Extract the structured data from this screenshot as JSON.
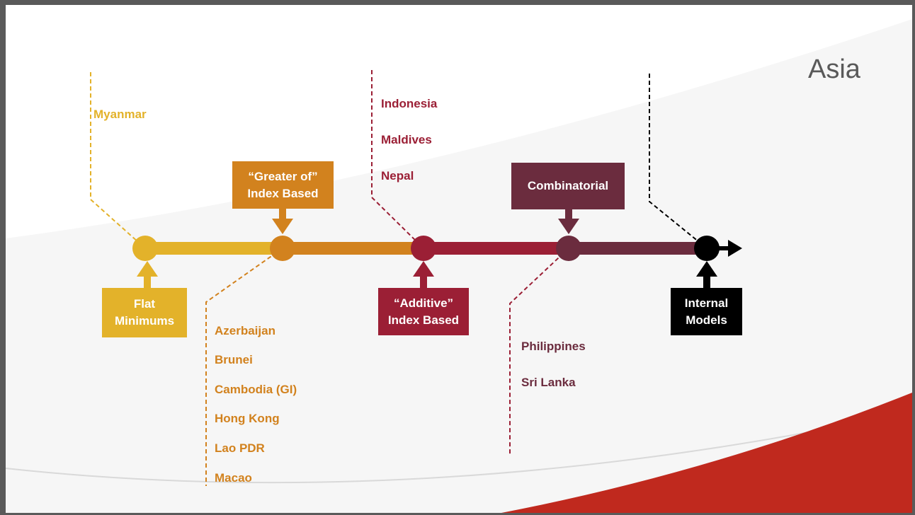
{
  "title": "Asia",
  "colors": {
    "flat": "#E3B22A",
    "greater_of": "#D2821E",
    "additive": "#9B1F35",
    "combinatorial": "#6B2C3E",
    "internal": "#000000",
    "accent_red": "#C0291E"
  },
  "stages": [
    {
      "line1": "Flat",
      "line2": "Minimums"
    },
    {
      "line1": "“Greater of”",
      "line2": "Index Based"
    },
    {
      "line1": "“Additive”",
      "line2": "Index Based"
    },
    {
      "line1": "Combinatorial",
      "line2": ""
    },
    {
      "line1": "Internal",
      "line2": "Models"
    }
  ],
  "countries": {
    "flat": [
      "Myanmar"
    ],
    "greater_of": [
      "Azerbaijan",
      "Brunei",
      "Cambodia (GI)",
      "Hong Kong",
      "Lao PDR",
      "Macao"
    ],
    "additive": [
      "Indonesia",
      "Maldives",
      "Nepal"
    ],
    "combinatorial": [
      "Philippines",
      "Sri Lanka"
    ],
    "internal": []
  }
}
